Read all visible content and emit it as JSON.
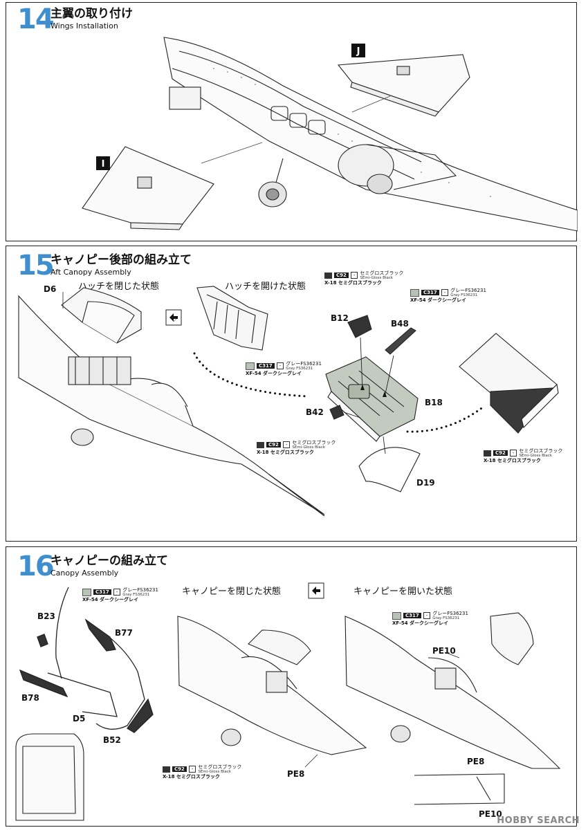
{
  "steps": [
    {
      "number": "14",
      "title_jp": "主翼の取り付け",
      "title_en": "Wings Installation",
      "labels": {
        "left_wing": "I",
        "right_wing": "J"
      }
    },
    {
      "number": "15",
      "title_jp": "キャノピー後部の組み立て",
      "title_en": "Aft Canopy Assembly",
      "state_closed": "ハッチを閉じた状態",
      "state_open": "ハッチを開けた状態",
      "parts": {
        "d6": "D6",
        "b12": "B12",
        "b48": "B48",
        "b18": "B18",
        "b42": "B42",
        "d19": "D19"
      },
      "callouts": [
        {
          "code": "C92",
          "dash": "-",
          "jp": "セミグロスブラック",
          "en": "SEmi-Gloss Black",
          "alt": "X-18 セミグロスブラック",
          "swatch": "#333333"
        },
        {
          "code": "C317",
          "dash": "-",
          "jp": "グレーFS36231",
          "en": "Gray FS36231",
          "alt": "XF-54 ダークシーグレイ",
          "swatch": "#b9c2b6"
        },
        {
          "code": "C317",
          "dash": "-",
          "jp": "グレーFS36231",
          "en": "Gray FS36231",
          "alt": "XF-54 ダークシーグレイ",
          "swatch": "#b9c2b6"
        },
        {
          "code": "C92",
          "dash": "-",
          "jp": "セミグロスブラック",
          "en": "SEmi-Gloss Black",
          "alt": "X-18 セミグロスブラック",
          "swatch": "#333333"
        },
        {
          "code": "C92",
          "dash": "-",
          "jp": "セミグロスブラック",
          "en": "SEmi-Gloss Black",
          "alt": "X-18 セミグロスブラック",
          "swatch": "#333333"
        }
      ]
    },
    {
      "number": "16",
      "title_jp": "キャノピーの組み立て",
      "title_en": "Canopy Assembly",
      "state_closed": "キャノピーを閉じた状態",
      "state_open": "キャノピーを開いた状態",
      "parts": {
        "b23": "B23",
        "b77": "B77",
        "b78": "B78",
        "d5": "D5",
        "b52": "B52",
        "pe8a": "PE8",
        "pe10a": "PE10",
        "pe8b": "PE8",
        "pe10b": "PE10"
      },
      "callouts": [
        {
          "code": "C317",
          "dash": "-",
          "jp": "グレーFS36231",
          "en": "Gray FS36231",
          "alt": "XF-54 ダークシーグレイ",
          "swatch": "#b9c2b6"
        },
        {
          "code": "C92",
          "dash": "-",
          "jp": "セミグロスブラック",
          "en": "SEmi-Gloss Black",
          "alt": "X-18 セミグロスブラック",
          "swatch": "#333333"
        },
        {
          "code": "C317",
          "dash": "-",
          "jp": "グレーFS36231",
          "en": "Gray FS36231",
          "alt": "XF-54 ダークシーグレイ",
          "swatch": "#b9c2b6"
        }
      ]
    }
  ],
  "watermark": "HOBBY SEARCH",
  "colors": {
    "step_number": "#3f8fcf",
    "gray_swatch": "#b9c2b6",
    "black_swatch": "#333333"
  }
}
